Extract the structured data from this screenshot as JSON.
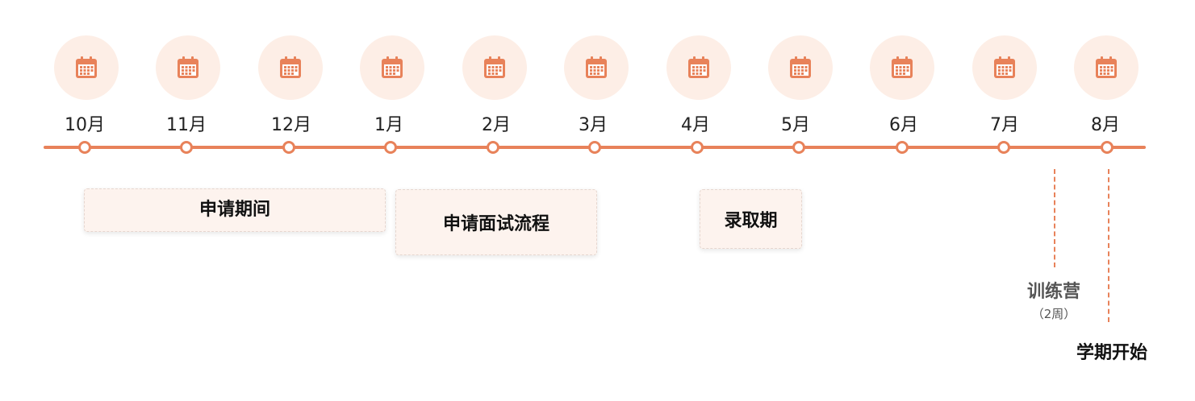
{
  "accent_color": "#e8825a",
  "icon": "calendar-icon",
  "timeline": {
    "months": [
      "10月",
      "11月",
      "12月",
      "1月",
      "2月",
      "3月",
      "4月",
      "5月",
      "6月",
      "7月",
      "8月"
    ]
  },
  "phases": {
    "application_period": "申请期间",
    "interview_process": "申请面试流程",
    "admission_period": "录取期"
  },
  "bootcamp": {
    "label": "训练营",
    "duration": "（2周）"
  },
  "semester_start": "学期开始"
}
